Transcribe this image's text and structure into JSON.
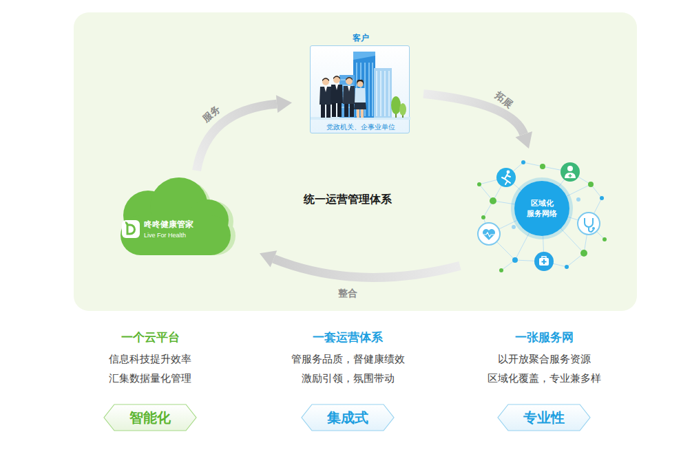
{
  "diagram": {
    "nodes": [
      {
        "text": [
          "统一运营管理体系"
        ]
      },
      {
        "text": [
          "客户",
          "党政机关、企事业单位"
        ],
        "in": 0
      },
      {
        "text": [
          "咚咚健康管家",
          "Live For Health"
        ],
        "in": 0
      },
      {
        "text": [
          "区域化 服务网络"
        ],
        "in": 0
      },
      {
        "text": [
          "智能化"
        ]
      },
      {
        "text": [
          "集成式"
        ]
      },
      {
        "text": [
          "专业性"
        ]
      }
    ],
    "edges": [
      {
        "from": 2,
        "to": 1,
        "arrow": "to",
        "label": "服务"
      },
      {
        "from": 1,
        "to": 3,
        "arrow": "to",
        "label": "拓展"
      },
      {
        "from": 3,
        "to": 2,
        "arrow": "to",
        "label": "整合"
      }
    ],
    "labels": [
      "一个云平台",
      "信息科技提升效率",
      "汇集数据量化管理",
      "一套运营体系",
      "管服务品质，督健康绩效",
      "激励引领，氛围带动",
      "一张服务网",
      "以开放聚合服务资源",
      "区域化覆盖，专业兼多样"
    ]
  }
}
